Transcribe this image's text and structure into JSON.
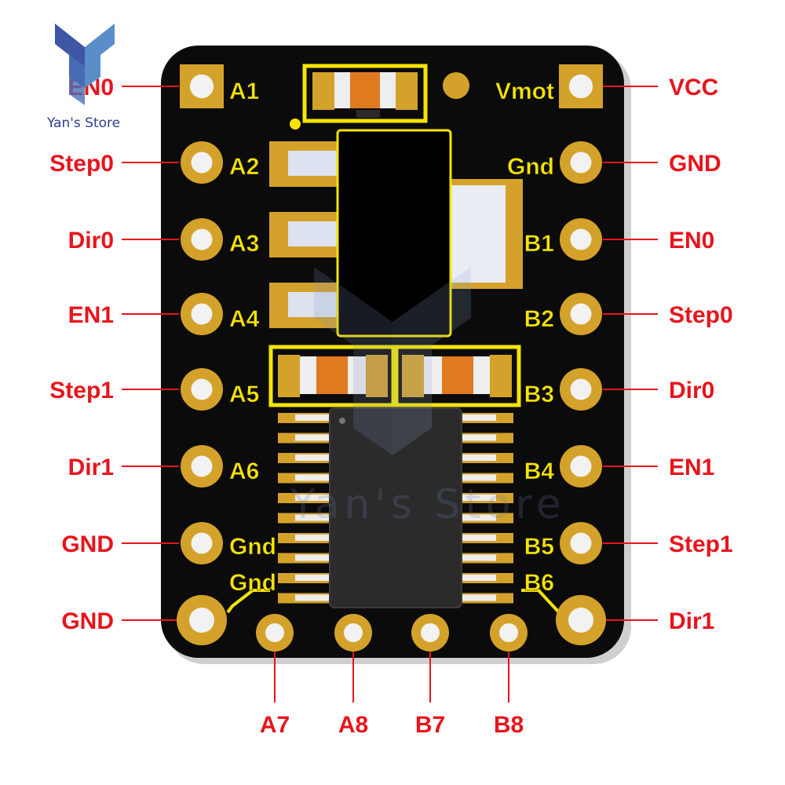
{
  "board": {
    "silk_left": [
      "A1",
      "A2",
      "A3",
      "A4",
      "A5",
      "A6",
      "Gnd",
      "Gnd"
    ],
    "silk_right": [
      "Vmot",
      "Gnd",
      "B1",
      "B2",
      "B3",
      "B4",
      "B5",
      "B6"
    ]
  },
  "callouts": {
    "left": [
      "EN0",
      "Step0",
      "Dir0",
      "EN1",
      "Step1",
      "Dir1",
      "GND",
      "GND"
    ],
    "right": [
      "VCC",
      "GND",
      "EN0",
      "Step0",
      "Dir0",
      "EN1",
      "Step1",
      "Dir1"
    ],
    "bottom": [
      "A7",
      "A8",
      "B7",
      "B8"
    ]
  },
  "branding": {
    "store_name": "Yan's Store",
    "watermark": "Yan's Store"
  },
  "colors": {
    "board": "#0b0b0b",
    "pad": "#d4a22a",
    "silkscreen": "#f5e400",
    "callout": "#e8141c",
    "logo": "#2c3f8f"
  }
}
